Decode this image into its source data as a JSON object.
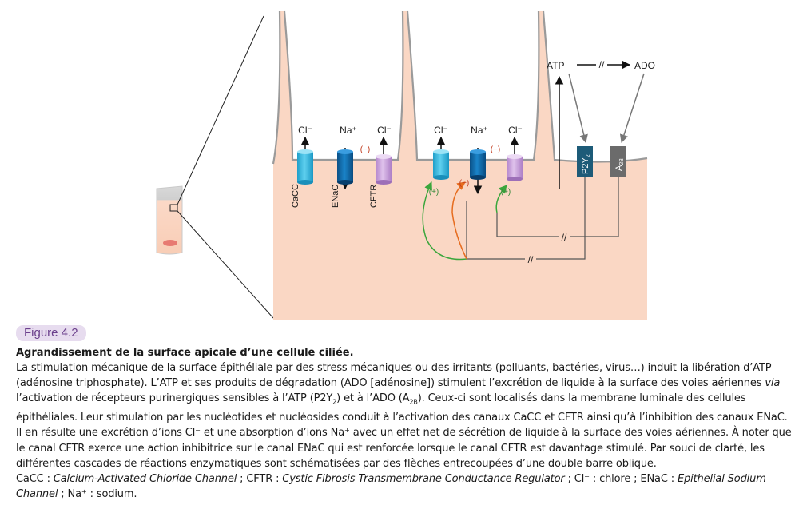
{
  "figure": {
    "ion_labels": {
      "cl1": "Cl⁻",
      "na1": "Na⁺",
      "cl2": "Cl⁻",
      "cl3": "Cl⁻",
      "na2": "Na⁺",
      "cl4": "Cl⁻"
    },
    "channel_labels": {
      "cacc": "CaCC",
      "enac": "ENaC",
      "cftr": "CFTR"
    },
    "inhibit_sign": "(−)",
    "activate_sign": "(+)",
    "atp_label": "ATP",
    "ado_label": "ADO",
    "cascade_mark": "//",
    "receptor_p2y2": {
      "base": "P2Y",
      "sub": "2"
    },
    "receptor_a2b": {
      "base": "A",
      "sub": "2B"
    },
    "colors": {
      "cell": "#fad7c4",
      "membrane": "#9a9a9a",
      "cacc": "#2eb6de",
      "enac": "#0e6aad",
      "cftr": "#c49ad7",
      "p2y2": "#1d5b78",
      "a2b": "#6b6b6b",
      "green": "#3aa63c",
      "orange": "#e66c1e",
      "minus": "#c0391b",
      "plus": "#3a8a3c"
    }
  },
  "caption": {
    "badge": "Figure 4.2",
    "title": "Agrandissement de la surface apicale d’une cellule ciliée.",
    "body_1": "La stimulation mécanique de la surface épithéliale par des stress mécaniques ou des irritants (polluants, bactéries, virus…) induit la libération d’ATP (adénosine triphosphate). L’ATP et ses produits de dégradation (ADO [adénosine]) stimulent l’excrétion de liquide à la surface des voies aériennes ",
    "via": "via",
    "body_2": " l’activation de récepteurs purinergiques sensibles à l’ATP (P2Y",
    "sub_2": "2",
    "body_3": ") et à l’ADO (A",
    "sub_2b": "2B",
    "body_4": "). Ceux-ci sont localisés dans la membrane luminale des cellules épithéliales. Leur stimulation par les nucléotides et nucléosides conduit à l’activation des canaux CaCC et CFTR ainsi qu’à l’inhibition des canaux ENaC. Il en résulte une excrétion d’ions Cl⁻ et une absorption d’ions Na⁺ avec un effet net de sécrétion de liquide à la surface des voies aériennes. À noter que le canal CFTR exerce une action inhibitrice sur le canal ENaC qui est renforcée lorsque le canal CFTR est davantage stimulé. Par souci de clarté, les différentes cascades de réactions enzymatiques sont schématisées par des flèches entrecoupées d’une double barre oblique.",
    "abbr_1": "CaCC : ",
    "abbr_1_i": "Calcium-Activated Chloride Channel",
    "abbr_2": " ; CFTR : ",
    "abbr_2_i": "Cystic Fibrosis Transmembrane Conductance Regulator",
    "abbr_3": " ; Cl⁻ : chlore ; ENaC : ",
    "abbr_3_i": "Epithelial Sodium Channel",
    "abbr_4": " ; Na⁺ : sodium."
  }
}
